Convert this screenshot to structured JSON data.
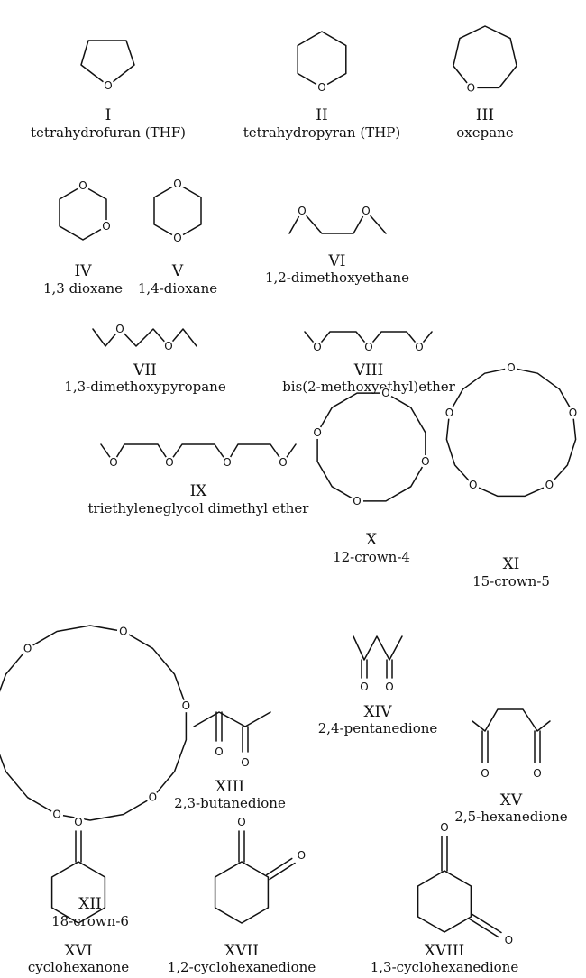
{
  "compounds": [
    {
      "numeral": "I",
      "name": "tetrahydrofuran (THF)"
    },
    {
      "numeral": "II",
      "name": "tetrahydropyran (THP)"
    },
    {
      "numeral": "III",
      "name": "oxepane"
    },
    {
      "numeral": "IV",
      "name": "1,3 dioxane"
    },
    {
      "numeral": "V",
      "name": "1,4-dioxane"
    },
    {
      "numeral": "VI",
      "name": "1,2-dimethoxyethane"
    },
    {
      "numeral": "VII",
      "name": "1,3-dimethoxypyropane"
    },
    {
      "numeral": "VIII",
      "name": "bis(2-methoxyethyl)ether"
    },
    {
      "numeral": "IX",
      "name": "triethyleneglycol dimethyl ether"
    },
    {
      "numeral": "X",
      "name": "12-crown-4"
    },
    {
      "numeral": "XI",
      "name": "15-crown-5"
    },
    {
      "numeral": "XII",
      "name": "18-crown-6"
    },
    {
      "numeral": "XIII",
      "name": "2,3-butanedione"
    },
    {
      "numeral": "XIV",
      "name": "2,4-pentanedione"
    },
    {
      "numeral": "XV",
      "name": "2,5-hexanedione"
    },
    {
      "numeral": "XVI",
      "name": "cyclohexanone"
    },
    {
      "numeral": "XVII",
      "name": "1,2-cyclohexanedione"
    },
    {
      "numeral": "XVIII",
      "name": "1,3-cyclohexanedione"
    }
  ],
  "atom_label": "O"
}
